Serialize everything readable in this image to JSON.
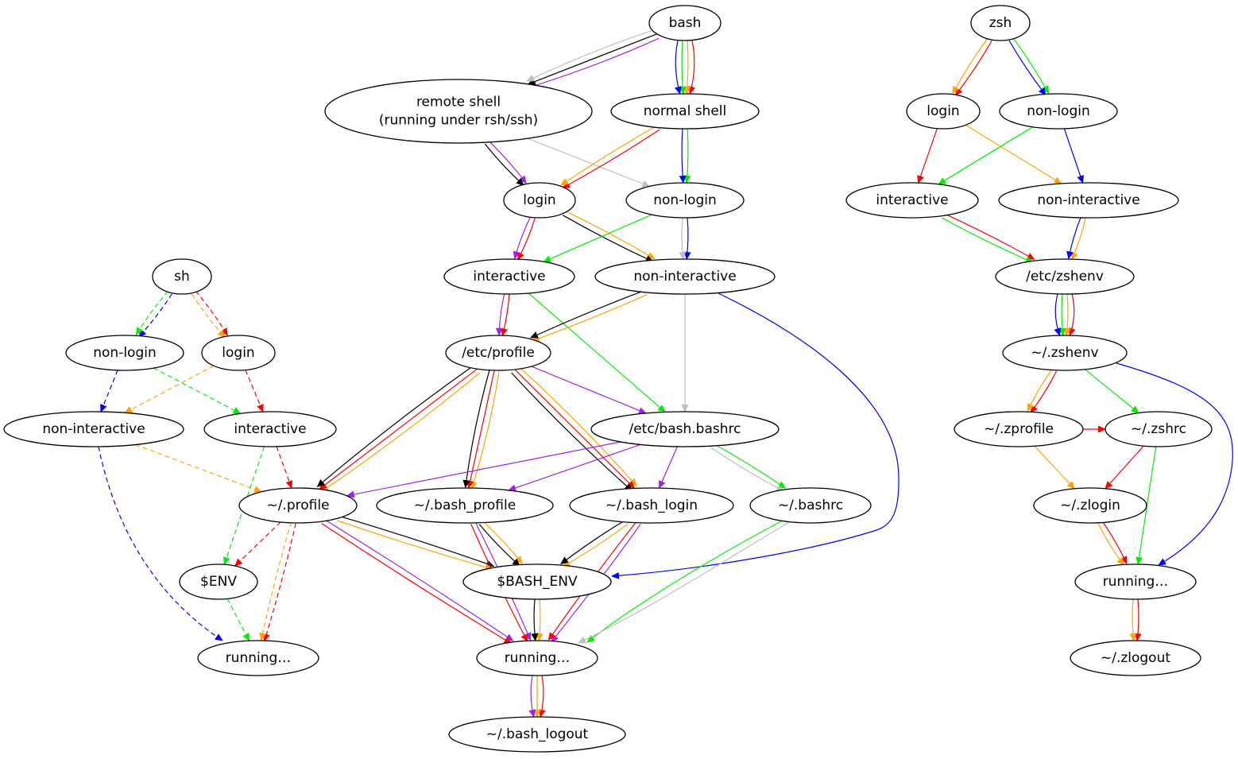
{
  "palette": {
    "red": "#ff0000",
    "orange": "#ffa500",
    "green": "#00ee00",
    "blue": "#0000ff",
    "purple": "#a020f0",
    "black": "#000000",
    "gray": "#bebebe"
  },
  "nodes": [
    {
      "id": "bash",
      "lines": [
        "bash"
      ]
    },
    {
      "id": "bash_remote",
      "lines": [
        "remote shell",
        "(running under rsh/ssh)"
      ]
    },
    {
      "id": "bash_normal",
      "lines": [
        "normal shell"
      ]
    },
    {
      "id": "bash_login",
      "lines": [
        "login"
      ]
    },
    {
      "id": "bash_nonlogin",
      "lines": [
        "non-login"
      ]
    },
    {
      "id": "bash_interactive",
      "lines": [
        "interactive"
      ]
    },
    {
      "id": "bash_noninteractive",
      "lines": [
        "non-interactive"
      ]
    },
    {
      "id": "etc_profile",
      "lines": [
        "/etc/profile"
      ]
    },
    {
      "id": "etc_bash_bashrc",
      "lines": [
        "/etc/bash.bashrc"
      ]
    },
    {
      "id": "profile",
      "lines": [
        "~/.profile"
      ]
    },
    {
      "id": "bash_profile",
      "lines": [
        "~/.bash_profile"
      ]
    },
    {
      "id": "bash_login_file",
      "lines": [
        "~/.bash_login"
      ]
    },
    {
      "id": "bashrc",
      "lines": [
        "~/.bashrc"
      ]
    },
    {
      "id": "bash_env",
      "lines": [
        "$BASH_ENV"
      ]
    },
    {
      "id": "bash_running",
      "lines": [
        "running…"
      ]
    },
    {
      "id": "bash_logout",
      "lines": [
        "~/.bash_logout"
      ]
    },
    {
      "id": "sh",
      "lines": [
        "sh"
      ]
    },
    {
      "id": "sh_nonlogin",
      "lines": [
        "non-login"
      ]
    },
    {
      "id": "sh_login",
      "lines": [
        "login"
      ]
    },
    {
      "id": "sh_noninteractive",
      "lines": [
        "non-interactive"
      ]
    },
    {
      "id": "sh_interactive",
      "lines": [
        "interactive"
      ]
    },
    {
      "id": "sh_env",
      "lines": [
        "$ENV"
      ]
    },
    {
      "id": "sh_running",
      "lines": [
        "running…"
      ]
    },
    {
      "id": "zsh",
      "lines": [
        "zsh"
      ]
    },
    {
      "id": "zsh_login",
      "lines": [
        "login"
      ]
    },
    {
      "id": "zsh_nonlogin",
      "lines": [
        "non-login"
      ]
    },
    {
      "id": "zsh_interactive",
      "lines": [
        "interactive"
      ]
    },
    {
      "id": "zsh_noninteractive",
      "lines": [
        "non-interactive"
      ]
    },
    {
      "id": "etc_zshenv",
      "lines": [
        "/etc/zshenv"
      ]
    },
    {
      "id": "zshenv",
      "lines": [
        "~/.zshenv"
      ]
    },
    {
      "id": "zprofile",
      "lines": [
        "~/.zprofile"
      ]
    },
    {
      "id": "zshrc",
      "lines": [
        "~/.zshrc"
      ]
    },
    {
      "id": "zlogin",
      "lines": [
        "~/.zlogin"
      ]
    },
    {
      "id": "zsh_running",
      "lines": [
        "running…"
      ]
    },
    {
      "id": "zlogout",
      "lines": [
        "~/.zlogout"
      ]
    }
  ],
  "edges": [
    {
      "from": "bash",
      "to": "bash_remote",
      "color": "purple",
      "style": "solid"
    },
    {
      "from": "bash",
      "to": "bash_remote",
      "color": "black",
      "style": "solid"
    },
    {
      "from": "bash",
      "to": "bash_remote",
      "color": "gray",
      "style": "solid"
    },
    {
      "from": "bash",
      "to": "bash_normal",
      "color": "red",
      "style": "solid"
    },
    {
      "from": "bash",
      "to": "bash_normal",
      "color": "orange",
      "style": "solid"
    },
    {
      "from": "bash",
      "to": "bash_normal",
      "color": "green",
      "style": "solid"
    },
    {
      "from": "bash",
      "to": "bash_normal",
      "color": "blue",
      "style": "solid"
    },
    {
      "from": "bash_remote",
      "to": "bash_login",
      "color": "purple",
      "style": "solid"
    },
    {
      "from": "bash_remote",
      "to": "bash_login",
      "color": "black",
      "style": "solid"
    },
    {
      "from": "bash_remote",
      "to": "bash_nonlogin",
      "color": "gray",
      "style": "solid"
    },
    {
      "from": "bash_normal",
      "to": "bash_login",
      "color": "red",
      "style": "solid"
    },
    {
      "from": "bash_normal",
      "to": "bash_login",
      "color": "orange",
      "style": "solid"
    },
    {
      "from": "bash_normal",
      "to": "bash_nonlogin",
      "color": "green",
      "style": "solid"
    },
    {
      "from": "bash_normal",
      "to": "bash_nonlogin",
      "color": "blue",
      "style": "solid"
    },
    {
      "from": "bash_login",
      "to": "bash_interactive",
      "color": "red",
      "style": "solid"
    },
    {
      "from": "bash_login",
      "to": "bash_interactive",
      "color": "purple",
      "style": "solid"
    },
    {
      "from": "bash_login",
      "to": "bash_noninteractive",
      "color": "orange",
      "style": "solid"
    },
    {
      "from": "bash_login",
      "to": "bash_noninteractive",
      "color": "black",
      "style": "solid"
    },
    {
      "from": "bash_nonlogin",
      "to": "bash_interactive",
      "color": "green",
      "style": "solid"
    },
    {
      "from": "bash_nonlogin",
      "to": "bash_noninteractive",
      "color": "blue",
      "style": "solid"
    },
    {
      "from": "bash_nonlogin",
      "to": "bash_noninteractive",
      "color": "gray",
      "style": "solid"
    },
    {
      "from": "bash_interactive",
      "to": "etc_profile",
      "color": "red",
      "style": "solid"
    },
    {
      "from": "bash_interactive",
      "to": "etc_profile",
      "color": "purple",
      "style": "solid"
    },
    {
      "from": "bash_interactive",
      "to": "etc_bash_bashrc",
      "color": "green",
      "style": "solid"
    },
    {
      "from": "bash_noninteractive",
      "to": "etc_profile",
      "color": "orange",
      "style": "solid"
    },
    {
      "from": "bash_noninteractive",
      "to": "etc_profile",
      "color": "black",
      "style": "solid"
    },
    {
      "from": "bash_noninteractive",
      "to": "etc_bash_bashrc",
      "color": "gray",
      "style": "solid"
    },
    {
      "from": "bash_noninteractive",
      "to": "bash_env",
      "color": "blue",
      "style": "solid"
    },
    {
      "from": "etc_profile",
      "to": "etc_bash_bashrc",
      "color": "purple",
      "style": "solid"
    },
    {
      "from": "etc_profile",
      "to": "profile",
      "color": "orange",
      "style": "solid"
    },
    {
      "from": "etc_profile",
      "to": "profile",
      "color": "red",
      "style": "solid"
    },
    {
      "from": "etc_profile",
      "to": "profile",
      "color": "black",
      "style": "solid"
    },
    {
      "from": "etc_profile",
      "to": "bash_profile",
      "color": "orange",
      "style": "solid"
    },
    {
      "from": "etc_profile",
      "to": "bash_profile",
      "color": "red",
      "style": "solid"
    },
    {
      "from": "etc_profile",
      "to": "bash_profile",
      "color": "black",
      "style": "solid"
    },
    {
      "from": "etc_profile",
      "to": "bash_login_file",
      "color": "orange",
      "style": "solid"
    },
    {
      "from": "etc_profile",
      "to": "bash_login_file",
      "color": "red",
      "style": "solid"
    },
    {
      "from": "etc_profile",
      "to": "bash_login_file",
      "color": "black",
      "style": "solid"
    },
    {
      "from": "etc_bash_bashrc",
      "to": "profile",
      "color": "purple",
      "style": "solid"
    },
    {
      "from": "etc_bash_bashrc",
      "to": "bash_profile",
      "color": "purple",
      "style": "solid"
    },
    {
      "from": "etc_bash_bashrc",
      "to": "bash_login_file",
      "color": "purple",
      "style": "solid"
    },
    {
      "from": "etc_bash_bashrc",
      "to": "bashrc",
      "color": "green",
      "style": "solid"
    },
    {
      "from": "etc_bash_bashrc",
      "to": "bashrc",
      "color": "gray",
      "style": "solid"
    },
    {
      "from": "profile",
      "to": "bash_env",
      "color": "black",
      "style": "solid"
    },
    {
      "from": "profile",
      "to": "bash_env",
      "color": "orange",
      "style": "solid"
    },
    {
      "from": "profile",
      "to": "bash_running",
      "color": "purple",
      "style": "solid"
    },
    {
      "from": "profile",
      "to": "bash_running",
      "color": "red",
      "style": "solid"
    },
    {
      "from": "bash_profile",
      "to": "bash_env",
      "color": "orange",
      "style": "solid"
    },
    {
      "from": "bash_profile",
      "to": "bash_env",
      "color": "black",
      "style": "solid"
    },
    {
      "from": "bash_profile",
      "to": "bash_running",
      "color": "purple",
      "style": "solid"
    },
    {
      "from": "bash_profile",
      "to": "bash_running",
      "color": "red",
      "style": "solid"
    },
    {
      "from": "bash_login_file",
      "to": "bash_env",
      "color": "orange",
      "style": "solid"
    },
    {
      "from": "bash_login_file",
      "to": "bash_env",
      "color": "black",
      "style": "solid"
    },
    {
      "from": "bash_login_file",
      "to": "bash_running",
      "color": "purple",
      "style": "solid"
    },
    {
      "from": "bash_login_file",
      "to": "bash_running",
      "color": "red",
      "style": "solid"
    },
    {
      "from": "bashrc",
      "to": "bash_running",
      "color": "green",
      "style": "solid"
    },
    {
      "from": "bashrc",
      "to": "bash_running",
      "color": "gray",
      "style": "solid"
    },
    {
      "from": "bash_env",
      "to": "bash_running",
      "color": "orange",
      "style": "solid"
    },
    {
      "from": "bash_env",
      "to": "bash_running",
      "color": "black",
      "style": "solid"
    },
    {
      "from": "bash_running",
      "to": "bash_logout",
      "color": "red",
      "style": "solid"
    },
    {
      "from": "bash_running",
      "to": "bash_logout",
      "color": "orange",
      "style": "solid"
    },
    {
      "from": "bash_running",
      "to": "bash_logout",
      "color": "purple",
      "style": "solid"
    },
    {
      "from": "sh",
      "to": "sh_nonlogin",
      "color": "blue",
      "style": "dashed"
    },
    {
      "from": "sh",
      "to": "sh_nonlogin",
      "color": "green",
      "style": "dashed"
    },
    {
      "from": "sh",
      "to": "sh_login",
      "color": "red",
      "style": "dashed"
    },
    {
      "from": "sh",
      "to": "sh_login",
      "color": "orange",
      "style": "dashed"
    },
    {
      "from": "sh_nonlogin",
      "to": "sh_noninteractive",
      "color": "blue",
      "style": "dashed"
    },
    {
      "from": "sh_nonlogin",
      "to": "sh_interactive",
      "color": "green",
      "style": "dashed"
    },
    {
      "from": "sh_login",
      "to": "sh_noninteractive",
      "color": "orange",
      "style": "dashed"
    },
    {
      "from": "sh_login",
      "to": "sh_interactive",
      "color": "red",
      "style": "dashed"
    },
    {
      "from": "sh_noninteractive",
      "to": "profile",
      "color": "orange",
      "style": "dashed"
    },
    {
      "from": "sh_noninteractive",
      "to": "sh_running",
      "color": "blue",
      "style": "dashed"
    },
    {
      "from": "sh_interactive",
      "to": "profile",
      "color": "red",
      "style": "dashed"
    },
    {
      "from": "sh_interactive",
      "to": "sh_env",
      "color": "green",
      "style": "dashed"
    },
    {
      "from": "profile",
      "to": "sh_env",
      "color": "red",
      "style": "dashed"
    },
    {
      "from": "profile",
      "to": "sh_running",
      "color": "red",
      "style": "dashed"
    },
    {
      "from": "profile",
      "to": "sh_running",
      "color": "orange",
      "style": "dashed"
    },
    {
      "from": "sh_env",
      "to": "sh_running",
      "color": "green",
      "style": "dashed"
    },
    {
      "from": "zsh",
      "to": "zsh_login",
      "color": "red",
      "style": "solid"
    },
    {
      "from": "zsh",
      "to": "zsh_login",
      "color": "orange",
      "style": "solid"
    },
    {
      "from": "zsh",
      "to": "zsh_nonlogin",
      "color": "green",
      "style": "solid"
    },
    {
      "from": "zsh",
      "to": "zsh_nonlogin",
      "color": "blue",
      "style": "solid"
    },
    {
      "from": "zsh_login",
      "to": "zsh_interactive",
      "color": "red",
      "style": "solid"
    },
    {
      "from": "zsh_login",
      "to": "zsh_noninteractive",
      "color": "orange",
      "style": "solid"
    },
    {
      "from": "zsh_nonlogin",
      "to": "zsh_interactive",
      "color": "green",
      "style": "solid"
    },
    {
      "from": "zsh_nonlogin",
      "to": "zsh_noninteractive",
      "color": "blue",
      "style": "solid"
    },
    {
      "from": "zsh_interactive",
      "to": "etc_zshenv",
      "color": "red",
      "style": "solid"
    },
    {
      "from": "zsh_interactive",
      "to": "etc_zshenv",
      "color": "green",
      "style": "solid"
    },
    {
      "from": "zsh_noninteractive",
      "to": "etc_zshenv",
      "color": "orange",
      "style": "solid"
    },
    {
      "from": "zsh_noninteractive",
      "to": "etc_zshenv",
      "color": "blue",
      "style": "solid"
    },
    {
      "from": "etc_zshenv",
      "to": "zshenv",
      "color": "red",
      "style": "solid"
    },
    {
      "from": "etc_zshenv",
      "to": "zshenv",
      "color": "orange",
      "style": "solid"
    },
    {
      "from": "etc_zshenv",
      "to": "zshenv",
      "color": "green",
      "style": "solid"
    },
    {
      "from": "etc_zshenv",
      "to": "zshenv",
      "color": "blue",
      "style": "solid"
    },
    {
      "from": "zshenv",
      "to": "zprofile",
      "color": "red",
      "style": "solid"
    },
    {
      "from": "zshenv",
      "to": "zprofile",
      "color": "orange",
      "style": "solid"
    },
    {
      "from": "zshenv",
      "to": "zshrc",
      "color": "green",
      "style": "solid"
    },
    {
      "from": "zshenv",
      "to": "zsh_running",
      "color": "blue",
      "style": "solid"
    },
    {
      "from": "zprofile",
      "to": "zshrc",
      "color": "red",
      "style": "solid"
    },
    {
      "from": "zprofile",
      "to": "zlogin",
      "color": "orange",
      "style": "solid"
    },
    {
      "from": "zshrc",
      "to": "zlogin",
      "color": "red",
      "style": "solid"
    },
    {
      "from": "zshrc",
      "to": "zsh_running",
      "color": "green",
      "style": "solid"
    },
    {
      "from": "zlogin",
      "to": "zsh_running",
      "color": "red",
      "style": "solid"
    },
    {
      "from": "zlogin",
      "to": "zsh_running",
      "color": "orange",
      "style": "solid"
    },
    {
      "from": "zsh_running",
      "to": "zlogout",
      "color": "red",
      "style": "solid"
    },
    {
      "from": "zsh_running",
      "to": "zlogout",
      "color": "orange",
      "style": "solid"
    }
  ]
}
